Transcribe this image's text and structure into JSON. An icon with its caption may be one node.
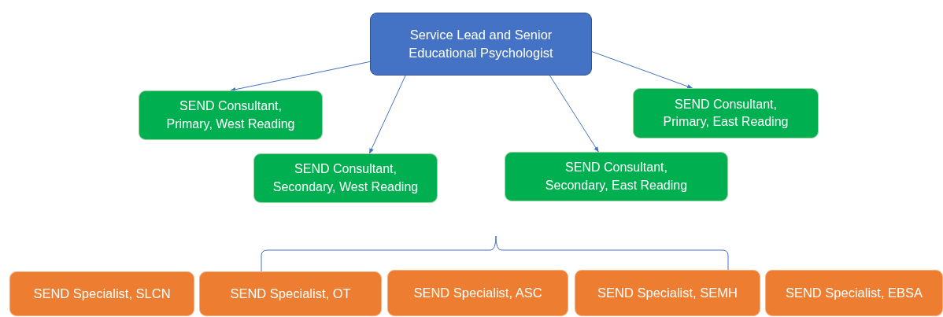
{
  "diagram": {
    "nodes": [
      {
        "text": [
          "Service Lead and Senior Educational Psychologist"
        ]
      },
      {
        "text": [
          "SEND Consultant, Primary, West Reading"
        ]
      },
      {
        "text": [
          "SEND Consultant, Secondary, West Reading"
        ]
      },
      {
        "text": [
          "SEND Consultant, Secondary, East Reading"
        ]
      },
      {
        "text": [
          "SEND Consultant, Primary, East Reading"
        ]
      },
      {
        "text": [
          "SEND Specialist, SLCN"
        ]
      },
      {
        "text": [
          "SEND Specialist, OT"
        ]
      },
      {
        "text": [
          "SEND Specialist, ASC"
        ]
      },
      {
        "text": [
          "SEND Specialist, SEMH"
        ]
      },
      {
        "text": [
          "SEND Specialist, EBSA"
        ]
      }
    ],
    "edges": [
      {
        "from": 0,
        "to": 1,
        "arrow": "to"
      },
      {
        "from": 0,
        "to": 2,
        "arrow": "to"
      },
      {
        "from": 0,
        "to": 3,
        "arrow": "to"
      },
      {
        "from": 0,
        "to": 4,
        "arrow": "to"
      }
    ]
  }
}
